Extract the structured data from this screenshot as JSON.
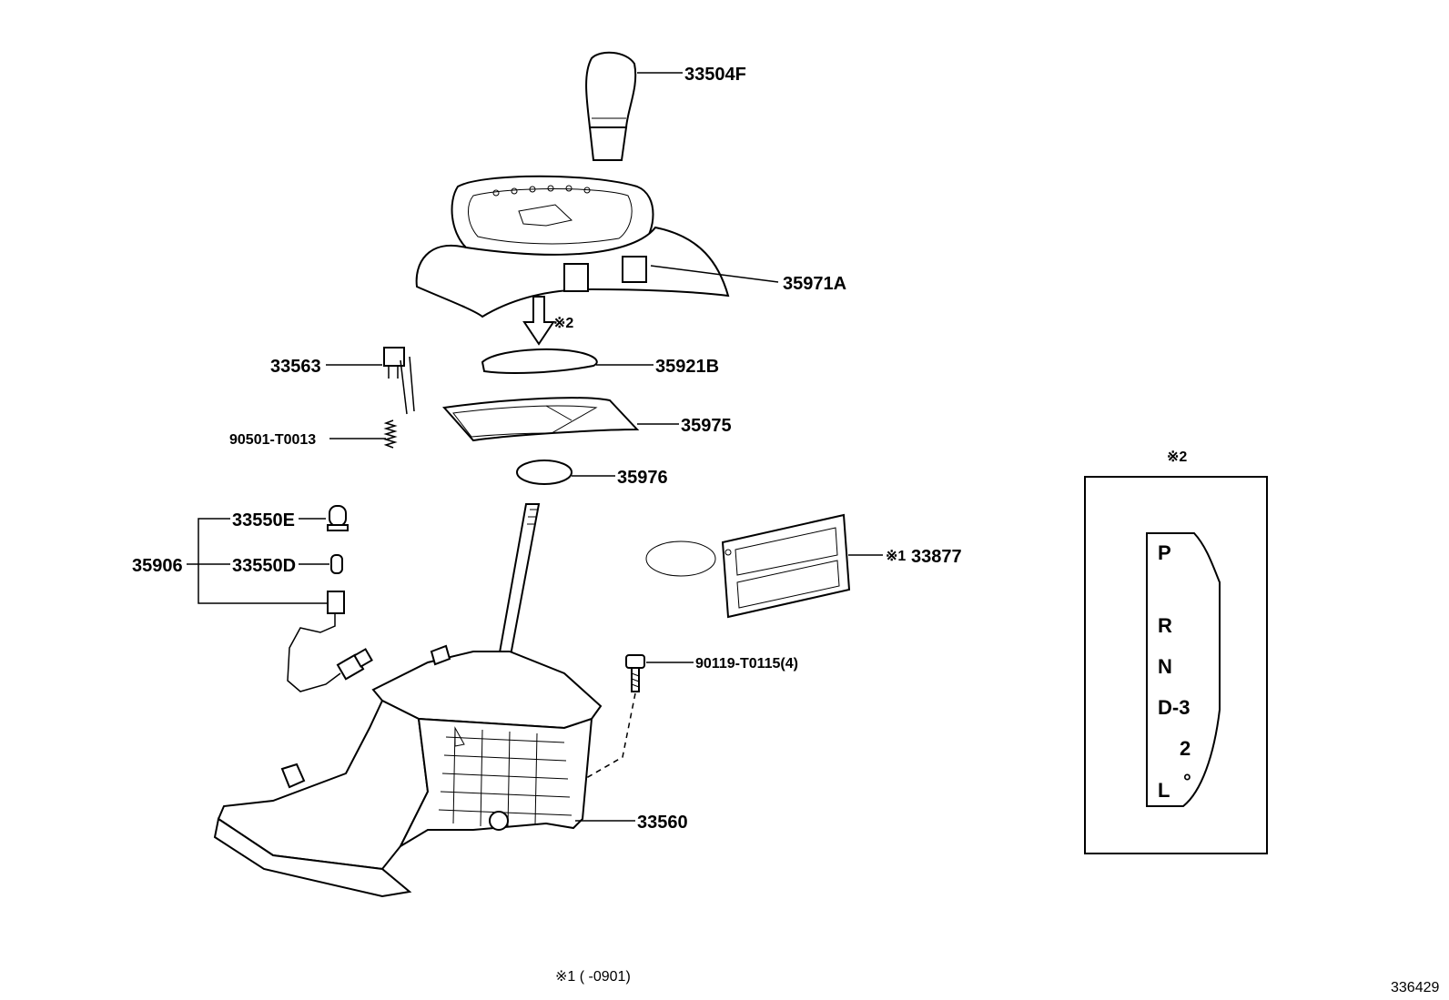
{
  "parts": {
    "p33504F": "33504F",
    "p35971A": "35971A",
    "p35921B": "35921B",
    "p33563": "33563",
    "p90501": "90501-T0013",
    "p35975": "35975",
    "p35976": "35976",
    "p33550E": "33550E",
    "p33550D": "33550D",
    "p35906": "35906",
    "p33877": "33877",
    "p90119": "90119-T0115(4)",
    "p33560": "33560"
  },
  "marks": {
    "note2_arrow": "※2",
    "note1_prefix": "※1",
    "note2_box_title": "※2"
  },
  "footnote": "※1 (   -0901)",
  "drawing_number": "336429",
  "indicator": {
    "p": "P",
    "r": "R",
    "n": "N",
    "d3": "D-3",
    "two": "2",
    "l": "L",
    "dot": "°"
  }
}
